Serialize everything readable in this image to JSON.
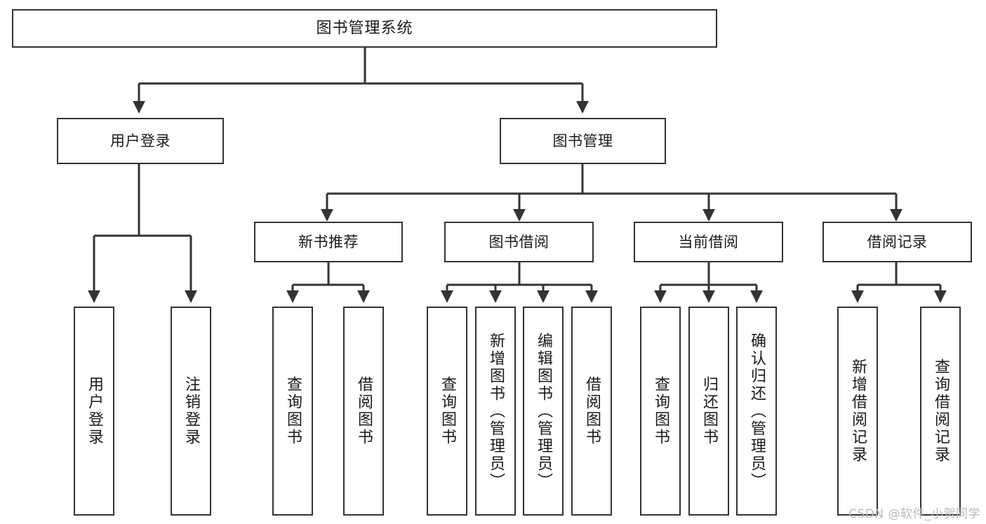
{
  "diagram": {
    "title": "图书管理系统",
    "type": "hierarchy-tree",
    "style": {
      "box_border": "#333333",
      "box_fill": "#ffffff",
      "line_color": "#333333",
      "text_color": "#1a1a1a",
      "background": "#ffffff",
      "watermark_color": "#b9b9b9"
    },
    "nodes": {
      "root": {
        "label": "图书管理系统",
        "level": 0,
        "orientation": "horizontal"
      },
      "l1": [
        {
          "id": "user-login",
          "label": "用户登录",
          "level": 1,
          "orientation": "horizontal"
        },
        {
          "id": "book-manage",
          "label": "图书管理",
          "level": 1,
          "orientation": "horizontal"
        }
      ],
      "l2": [
        {
          "id": "new-book-recommend",
          "label": "新书推荐",
          "level": 2,
          "orientation": "horizontal",
          "parent": "book-manage"
        },
        {
          "id": "book-borrow",
          "label": "图书借阅",
          "level": 2,
          "orientation": "horizontal",
          "parent": "book-manage"
        },
        {
          "id": "current-borrow",
          "label": "当前借阅",
          "level": 2,
          "orientation": "horizontal",
          "parent": "book-manage"
        },
        {
          "id": "borrow-record",
          "label": "借阅记录",
          "level": 2,
          "orientation": "horizontal",
          "parent": "book-manage"
        }
      ],
      "leaves": [
        {
          "id": "leaf-user-login",
          "label": "用户登录",
          "orientation": "vertical",
          "parent": "user-login"
        },
        {
          "id": "leaf-user-logout",
          "label": "注销登录",
          "orientation": "vertical",
          "parent": "user-login"
        },
        {
          "id": "leaf-query-book-1",
          "label": "查询图书",
          "orientation": "vertical",
          "parent": "new-book-recommend"
        },
        {
          "id": "leaf-borrow-book-1",
          "label": "借阅图书",
          "orientation": "vertical",
          "parent": "new-book-recommend"
        },
        {
          "id": "leaf-query-book-2",
          "label": "查询图书",
          "orientation": "vertical",
          "parent": "book-borrow"
        },
        {
          "id": "leaf-add-book",
          "label": "新增图书（管理员）",
          "orientation": "vertical",
          "parent": "book-borrow"
        },
        {
          "id": "leaf-edit-book",
          "label": "编辑图书（管理员）",
          "orientation": "vertical",
          "parent": "book-borrow"
        },
        {
          "id": "leaf-borrow-book-2",
          "label": "借阅图书",
          "orientation": "vertical",
          "parent": "book-borrow"
        },
        {
          "id": "leaf-query-book-3",
          "label": "查询图书",
          "orientation": "vertical",
          "parent": "current-borrow"
        },
        {
          "id": "leaf-return-book",
          "label": "归还图书",
          "orientation": "vertical",
          "parent": "current-borrow"
        },
        {
          "id": "leaf-confirm-return",
          "label": "确认归还（管理员）",
          "orientation": "vertical",
          "parent": "current-borrow"
        },
        {
          "id": "leaf-add-record",
          "label": "新增借阅记录",
          "orientation": "vertical",
          "parent": "borrow-record"
        },
        {
          "id": "leaf-query-record",
          "label": "查询借阅记录",
          "orientation": "vertical",
          "parent": "borrow-record"
        }
      ]
    },
    "watermark": "CSDN @软件_小贺同学"
  }
}
